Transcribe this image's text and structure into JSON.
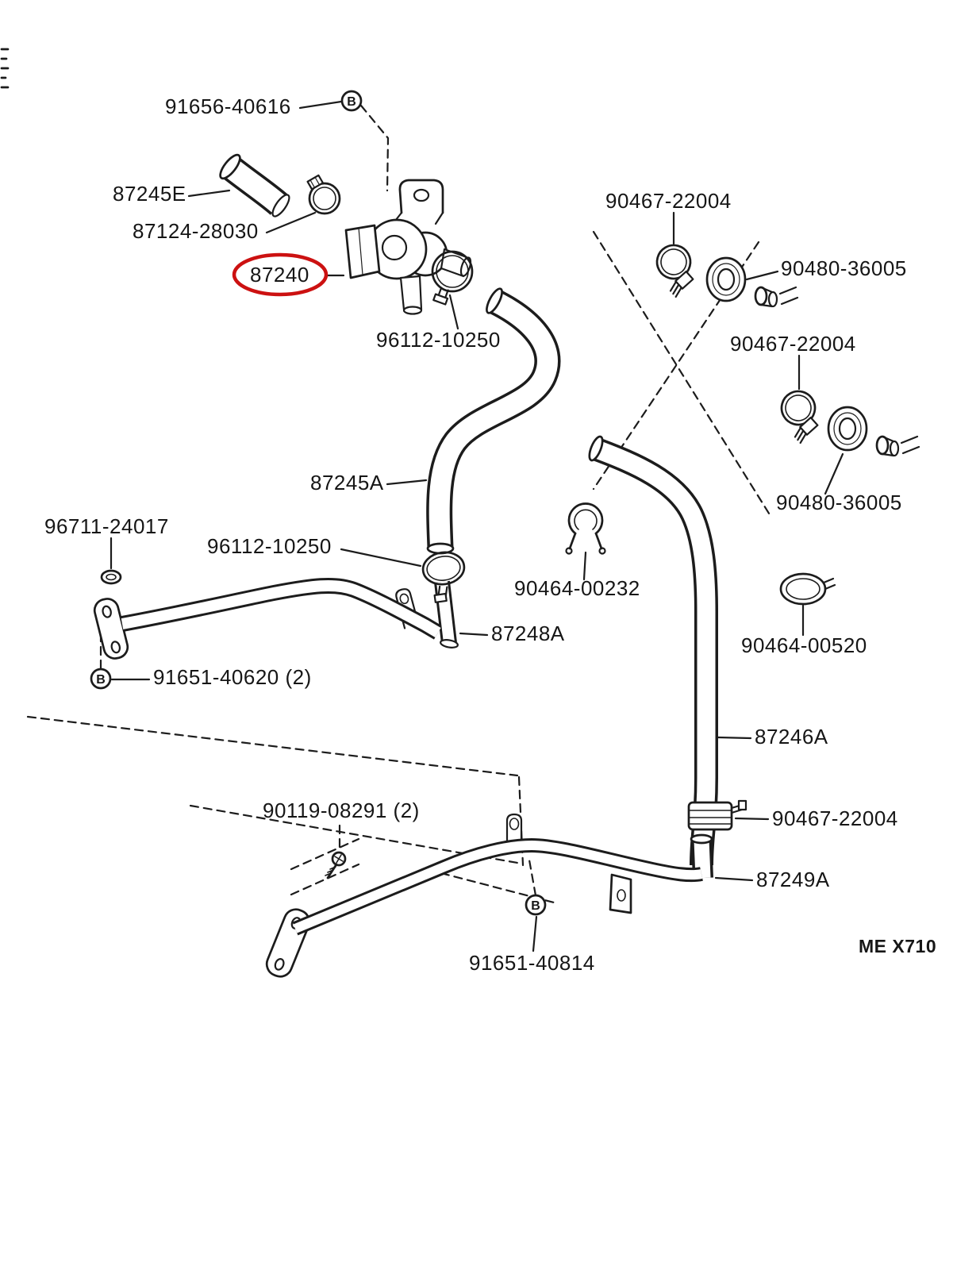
{
  "page": {
    "background": "#ffffff",
    "ink": "#1c1c1c",
    "highlight_color": "#cc1111"
  },
  "diagram": {
    "type": "parts-diagram",
    "code": "ME X710",
    "highlighted_part": "87240",
    "labels": [
      {
        "text": "91656-40616"
      },
      {
        "text": "87245E"
      },
      {
        "text": "87124-28030"
      },
      {
        "text": "87240",
        "highlighted": true
      },
      {
        "text": "96112-10250"
      },
      {
        "text": "90467-22004"
      },
      {
        "text": "90480-36005"
      },
      {
        "text": "90467-22004"
      },
      {
        "text": "87245A"
      },
      {
        "text": "96711-24017"
      },
      {
        "text": "96112-10250"
      },
      {
        "text": "90464-00232"
      },
      {
        "text": "87248A"
      },
      {
        "text": "90464-00520"
      },
      {
        "text": "91651-40620 (2)"
      },
      {
        "text": "90480-36005"
      },
      {
        "text": "87246A"
      },
      {
        "text": "90119-08291 (2)"
      },
      {
        "text": "90467-22004"
      },
      {
        "text": "87249A"
      },
      {
        "text": "91651-40814"
      }
    ],
    "markers": [
      {
        "text": "B"
      },
      {
        "text": "B"
      },
      {
        "text": "B"
      }
    ]
  }
}
